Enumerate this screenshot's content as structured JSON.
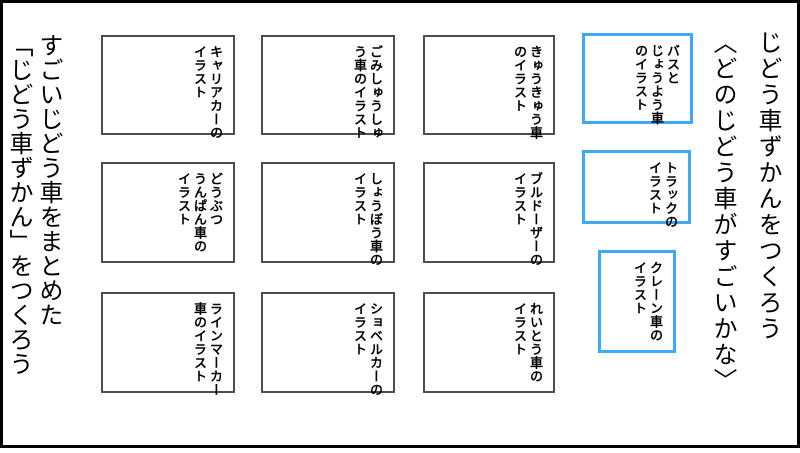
{
  "page": {
    "background": "#ffffff",
    "titles": {
      "right": "じどう車ずかんをつくろう\n〈どのじどう車がすごいかな〉",
      "left": "すごいじどう車をまとめた\n「じどう車ずかん」をつくろう"
    }
  },
  "colors": {
    "highlight_blue": "#3fa9f5",
    "card_border": "#4d4d4d",
    "frame_border": "#000000",
    "text": "#000000"
  },
  "cards": [
    {
      "label": "キャリアカーの\nイラスト"
    },
    {
      "label": "ごみしゅうしゅ\nう車のイラスト"
    },
    {
      "label": "きゅうきゅう車\nのイラスト"
    },
    {
      "label": "どうぶつ\nうんぱん車の\nイラスト"
    },
    {
      "label": "しょうぼう車の\nイラスト"
    },
    {
      "label": "ブルドーザーの\nイラスト"
    },
    {
      "label": "ラインマーカー\n車のイラスト"
    },
    {
      "label": "ショベルカーの\nイラスト"
    },
    {
      "label": "れいとう車の\nイラスト"
    }
  ],
  "highlighted_cards": [
    {
      "label": "バスと\nじょうよう車\nのイラスト"
    },
    {
      "label": "トラックの\nイラスト"
    },
    {
      "label": "クレーン車の\nイラスト"
    }
  ]
}
